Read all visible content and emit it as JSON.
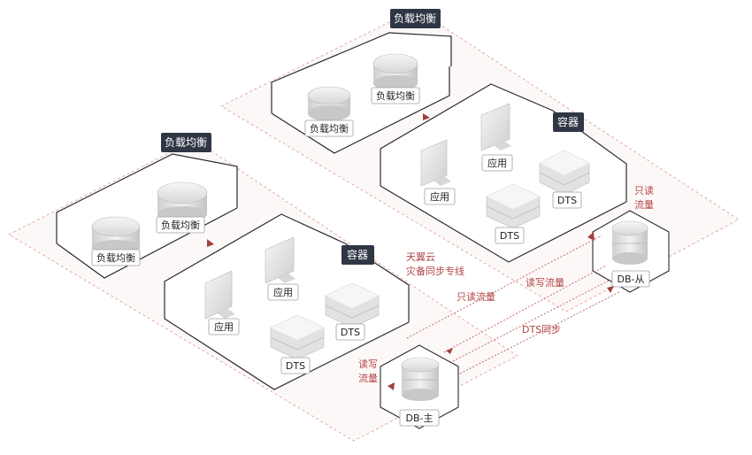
{
  "top_region": {
    "title": "负载均衡",
    "lb_labels": [
      "负载均衡",
      "负载均衡"
    ],
    "container_title": "容器",
    "app_labels": [
      "应用",
      "应用"
    ],
    "dts_labels": [
      "DTS",
      "DTS"
    ],
    "db_label": "DB-从"
  },
  "bottom_region": {
    "title": "负载均衡",
    "lb_labels": [
      "负载均衡",
      "负载均衡"
    ],
    "container_title": "容器",
    "app_labels": [
      "应用",
      "应用"
    ],
    "dts_labels": [
      "DTS",
      "DTS"
    ],
    "db_label": "DB-主"
  },
  "flows": {
    "line_label_1": "天翼云",
    "line_label_2": "灾备同步专线",
    "readonly_flow": "只读流量",
    "readwrite_flow": "读写流量",
    "dts_sync": "DTS同步",
    "top_readonly_1": "只读",
    "top_readonly_2": "流量",
    "main_rw_1": "读写",
    "main_rw_2": "流量"
  },
  "colors": {
    "dark_tag": "#2f3644",
    "flow_red": "#b34545",
    "zone_border": "#e6a7a7"
  }
}
